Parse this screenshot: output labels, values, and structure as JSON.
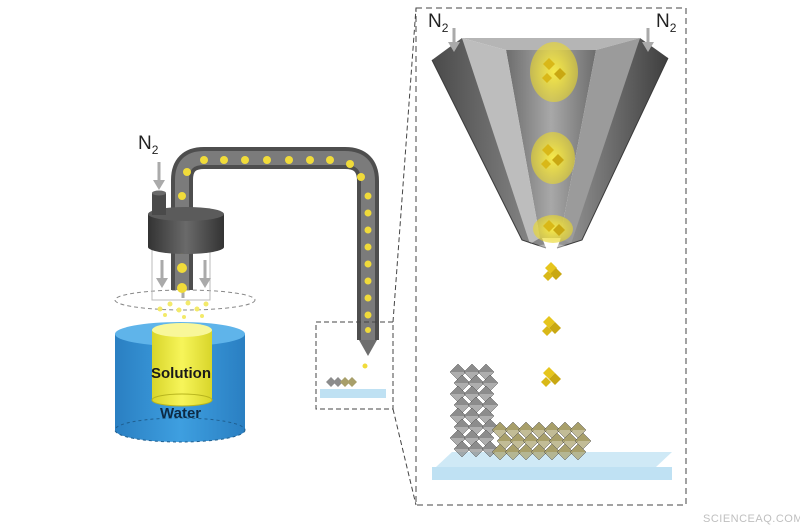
{
  "labels": {
    "n2_main": "N",
    "n2_sub": "2",
    "solution": "Solution",
    "water": "Water"
  },
  "watermark": "SCIENCEAQ.COM",
  "colors": {
    "water": "#2f8fd0",
    "solution": "#f2f041",
    "tube": "#6e6e6e",
    "particle": "#f3dc3c",
    "crystal_gray": "#8c8c8c",
    "crystal_olive": "#a89f6a",
    "substrate": "#bfe1f3"
  },
  "icons": [
    "arrow-down-icon",
    "arrow-up-icon"
  ]
}
